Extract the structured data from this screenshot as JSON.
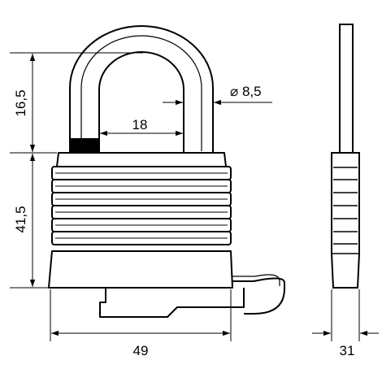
{
  "dimensions": {
    "shackle_clearance": "16,5",
    "shackle_inner_width": "18",
    "shackle_diameter": "⌀ 8,5",
    "body_height": "41,5",
    "body_width": "49",
    "body_depth": "31"
  },
  "colors": {
    "line": "#000000",
    "background": "#ffffff"
  }
}
